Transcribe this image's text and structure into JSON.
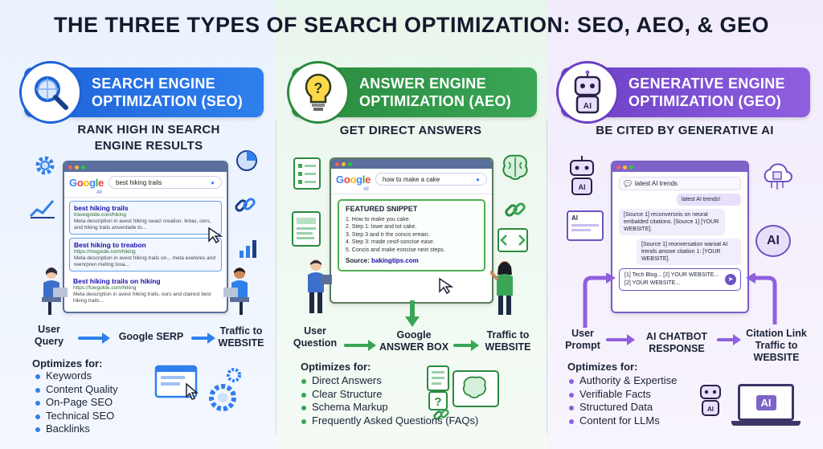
{
  "title": "THE THREE TYPES OF SEARCH OPTIMIZATION: SEO, AEO, & GEO",
  "google_letters": [
    "G",
    "o",
    "o",
    "g",
    "l",
    "e"
  ],
  "seo": {
    "banner_line1": "SEARCH ENGINE",
    "banner_line2": "OPTIMIZATION (SEO)",
    "subtitle_line1": "RANK HIGH IN SEARCH",
    "subtitle_line2": "ENGINE RESULTS",
    "query": "best hiking trails",
    "tab": "All",
    "results": [
      {
        "title": "best hiking trails",
        "url": "traveigntde.com/hiking",
        "desc": "Meta description in avest hiking swacl creation. lintas, oors, and hiking trails anventade to..."
      },
      {
        "title": "Best hiking to treabon",
        "url": "https://msgside.com/hiking",
        "desc": "Meta description in avest hiking trails on... meta exelores and reenrpren meting tosa..."
      },
      {
        "title": "Best hiking trails on hiking",
        "url": "https://fowgolde.com/hiking",
        "desc": "Meta description in avest hiking trails. oors and clairest best hiking trails..."
      }
    ],
    "flow": [
      "User Query",
      "Google SERP",
      "Traffic to WEBSITE"
    ],
    "optimizes_title": "Optimizes for:",
    "optimizes": [
      "Keywords",
      "Content Quality",
      "On-Page SEO",
      "Technical SEO",
      "Backlinks"
    ]
  },
  "aeo": {
    "banner_line1": "ANSWER ENGINE",
    "banner_line2": "OPTIMIZATION (AEO)",
    "subtitle": "GET DIRECT ANSWERS",
    "query": "how to make a cake",
    "tab": "All",
    "snippet_title": "FEATURED SNIPPET",
    "snippet_steps": [
      "1. How to make you cake.",
      "2. Step 1: lowe and tot cake.",
      "3. Step 3 and tr the concis ereain.",
      "4. Step 3: made cesif-soncise ease.",
      "5. Concis and make eoncise next steps."
    ],
    "source_label": "Source:",
    "source_site": "bakingtips.com",
    "flow": [
      "User Question",
      "Google ANSWER BOX",
      "Traffic to WEBSITE"
    ],
    "optimizes_title": "Optimizes for:",
    "optimizes": [
      "Direct Answers",
      "Clear Structure",
      "Schema Markup",
      "Frequently Asked Questions (FAQs)"
    ]
  },
  "geo": {
    "banner_line1": "GENERATIVE ENGINE",
    "banner_line2": "OPTIMIZATION (GEO)",
    "subtitle": "BE CITED BY GENERATIVE AI",
    "chat_query": "latest AI trends",
    "user_bubble": "latest AI trends!",
    "bot_reply_1": "[Source 1] reconversnis on neural embalded citations. [Source 1] [YOUR WEBSITE].",
    "bot_reply_2": "[Source 1] reonversation waroat AI trends amoxe citation 1: [YOUR WEBSITE].",
    "input_line1": "[1] Tech Blog... [2] YOUR WEBSITE...",
    "input_line2": "[2] YOUR WEBSITE...",
    "ai_label": "AI",
    "flow": [
      "User Prompt",
      "AI CHATBOT RESPONSE",
      "Citation Link Traffic to WEBSITE"
    ],
    "optimizes_title": "Optimizes for:",
    "optimizes": [
      "Authority & Expertise",
      "Verifiable Facts",
      "Structured Data",
      "Content for LLMs"
    ]
  },
  "colors": {
    "seo": "#2f80ed",
    "aeo": "#3aa655",
    "geo": "#8f5fe0"
  }
}
